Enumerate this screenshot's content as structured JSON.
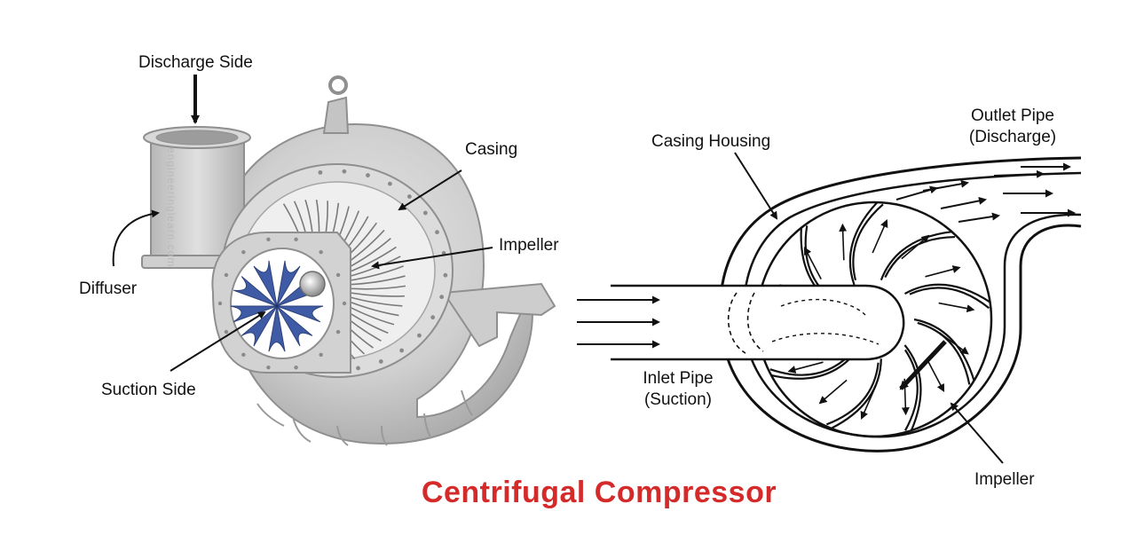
{
  "title": "Centrifugal Compressor",
  "left_figure": {
    "labels": {
      "discharge_side": "Discharge Side",
      "casing": "Casing",
      "impeller": "Impeller",
      "diffuser": "Diffuser",
      "suction_side": "Suction Side"
    },
    "watermark": "engineeringlearn.com"
  },
  "right_figure": {
    "labels": {
      "casing_housing": "Casing Housing",
      "outlet_pipe_line1": "Outlet Pipe",
      "outlet_pipe_line2": "(Discharge)",
      "inlet_pipe_line1": "Inlet Pipe",
      "inlet_pipe_line2": "(Suction)",
      "impeller": "Impeller"
    }
  },
  "colors": {
    "title": "#d42a2a",
    "casing_metal": "#c9c9c9",
    "impeller_blades": "#2f4e9e",
    "line_art": "#111111"
  }
}
